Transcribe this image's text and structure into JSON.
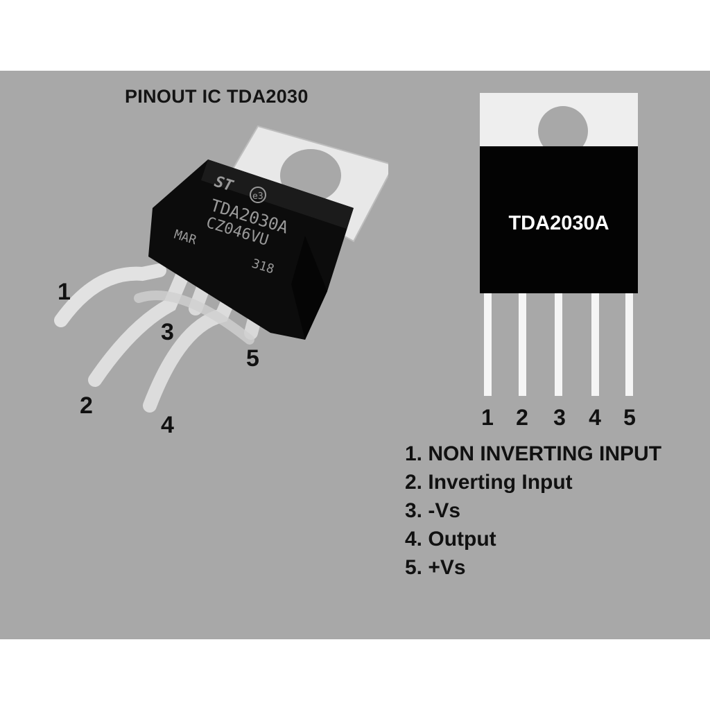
{
  "title": "PINOUT IC TDA2030",
  "photo": {
    "brand_logo": "ST",
    "marking_symbol": "e3",
    "marking_lines": [
      "TDA2030A",
      "CZ046VU",
      "MAR",
      "318"
    ],
    "pin_numbers": [
      "1",
      "2",
      "3",
      "4",
      "5"
    ]
  },
  "schematic": {
    "chip_label": "TDA2030A",
    "pin_numbers": [
      "1",
      "2",
      "3",
      "4",
      "5"
    ]
  },
  "legend": [
    "1. NON INVERTING INPUT",
    "2. Inverting Input",
    "3. -Vs",
    "4. Output",
    "5. +Vs"
  ]
}
